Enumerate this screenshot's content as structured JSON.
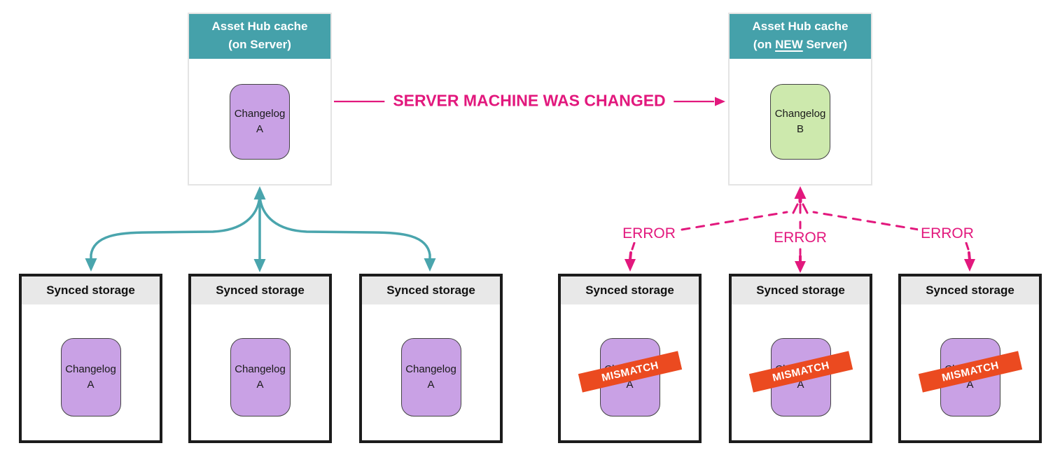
{
  "colors": {
    "teal_header": "#45a1aa",
    "teal_arrow": "#4aa5ad",
    "magenta": "#e2187d",
    "purple_node": "#c9a1e5",
    "green_node": "#cde9ad",
    "orange_badge": "#eb4a20",
    "storage_header_gray": "#e8e8e8"
  },
  "left_hub": {
    "title_line1": "Asset Hub cache",
    "title_line2": "(on Server)",
    "changelog_label": "Changelog",
    "changelog_version": "A"
  },
  "right_hub": {
    "title_line1": "Asset Hub cache",
    "title_line2_pre": "(on ",
    "title_line2_new": "NEW",
    "title_line2_post": " Server)",
    "changelog_label": "Changelog",
    "changelog_version": "B"
  },
  "transition": {
    "label": "SERVER MACHINE WAS CHANGED"
  },
  "errors": [
    {
      "label": "ERROR"
    },
    {
      "label": "ERROR"
    },
    {
      "label": "ERROR"
    }
  ],
  "storages_left": [
    {
      "title": "Synced storage",
      "changelog_label": "Changelog",
      "changelog_version": "A"
    },
    {
      "title": "Synced storage",
      "changelog_label": "Changelog",
      "changelog_version": "A"
    },
    {
      "title": "Synced storage",
      "changelog_label": "Changelog",
      "changelog_version": "A"
    }
  ],
  "storages_right": [
    {
      "title": "Synced storage",
      "changelog_label": "Changelog",
      "changelog_version": "A",
      "badge": "MISMATCH"
    },
    {
      "title": "Synced storage",
      "changelog_label": "Changelog",
      "changelog_version": "A",
      "badge": "MISMATCH"
    },
    {
      "title": "Synced storage",
      "changelog_label": "Changelog",
      "changelog_version": "A",
      "badge": "MISMATCH"
    }
  ]
}
